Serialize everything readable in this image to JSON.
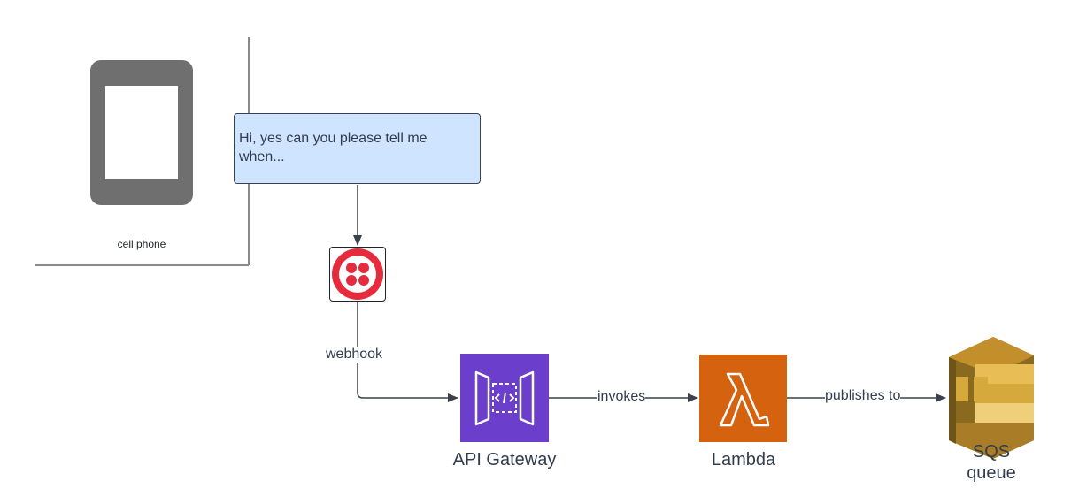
{
  "phone": {
    "label": "cell phone"
  },
  "message": {
    "text": "Hi, yes can you please tell me when..."
  },
  "edges": {
    "webhook": "webhook",
    "invokes": "invokes",
    "publishes": "publishes to"
  },
  "services": {
    "api_gateway": "API Gateway",
    "lambda": "Lambda",
    "sqs": "SQS queue"
  },
  "colors": {
    "bubble_fill": "#cfe4ff",
    "api_gateway": "#6b3ecb",
    "lambda": "#d5620f",
    "sqs_gold": "#d6a93c",
    "twilio_red": "#e62c3c",
    "phone_gray": "#6f6f6f"
  },
  "icons": {
    "phone": "mobile-phone-icon",
    "twilio": "twilio-logo-icon",
    "api_gateway": "api-gateway-icon",
    "lambda": "lambda-icon",
    "sqs": "sqs-queue-icon"
  }
}
